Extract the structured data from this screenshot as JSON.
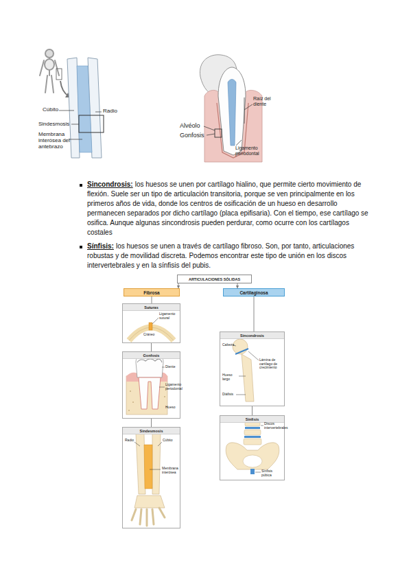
{
  "diagram": {
    "nodes": [
      {
        "text": [
          "ARTICULACIONES SÓLIDAS"
        ]
      },
      {
        "text": [
          "Fibrosa"
        ]
      },
      {
        "text": [
          "Suturas"
        ]
      },
      {
        "text": [
          "Gonfosis"
        ]
      },
      {
        "text": [
          "Sindesmosis"
        ]
      },
      {
        "text": [
          "Cartilaginosa"
        ]
      },
      {
        "text": [
          "Sincondrosis"
        ]
      },
      {
        "text": [
          "Sínfisis"
        ]
      }
    ],
    "edges": [
      {
        "from": 0,
        "to": 1,
        "arrow": "to"
      },
      {
        "from": 0,
        "to": 5,
        "arrow": "to"
      },
      {
        "from": 1,
        "to": 2,
        "arrow": "none"
      },
      {
        "from": 2,
        "to": 3,
        "arrow": "none"
      },
      {
        "from": 3,
        "to": 4,
        "arrow": "none"
      },
      {
        "from": 5,
        "to": 6,
        "arrow": "none"
      },
      {
        "from": 6,
        "to": 7,
        "arrow": "none"
      }
    ],
    "labels": [
      "Cúbito",
      "Radio",
      "Sindesmosis",
      "Membrana interósea del antebrazo",
      "Alvéolo",
      "Gonfosis",
      "Raíz del diente",
      "Ligamento periodontal",
      "Sincondrosis:",
      "los huesos se unen por cartílago hialino, que permite cierto movimiento de flexión. Suele ser un tipo de articulación transitoria, porque se ven principalmente en los primeros años de vida, donde los centros de osificación de un hueso en desarrollo permanecen separados por dicho cartílago (placa epifisaria). Con el tiempo, ese cartílago se osifica. Aunque algunas sincondrosis pueden perdurar, como ocurre con los cartílagos costales",
      "Sínfisis:",
      "los huesos se unen a través de cartílago fibroso. Son, por tanto, articulaciones robustas y de movilidad discreta. Podemos encontrar este tipo de unión en los discos intervertebrales y en la sínfisis del pubis.",
      "Ligamento sutural",
      "Cráneo",
      "Diente",
      "Ligamento periodontal",
      "Hueso",
      "Radio",
      "Cúbito",
      "Membrana interósea",
      "Cabeza",
      "Lámina de cartílago de crecimiento",
      "Hueso largo",
      "Diáfisis",
      "Discos intervertebrales",
      "Sínfisis púbica"
    ]
  }
}
